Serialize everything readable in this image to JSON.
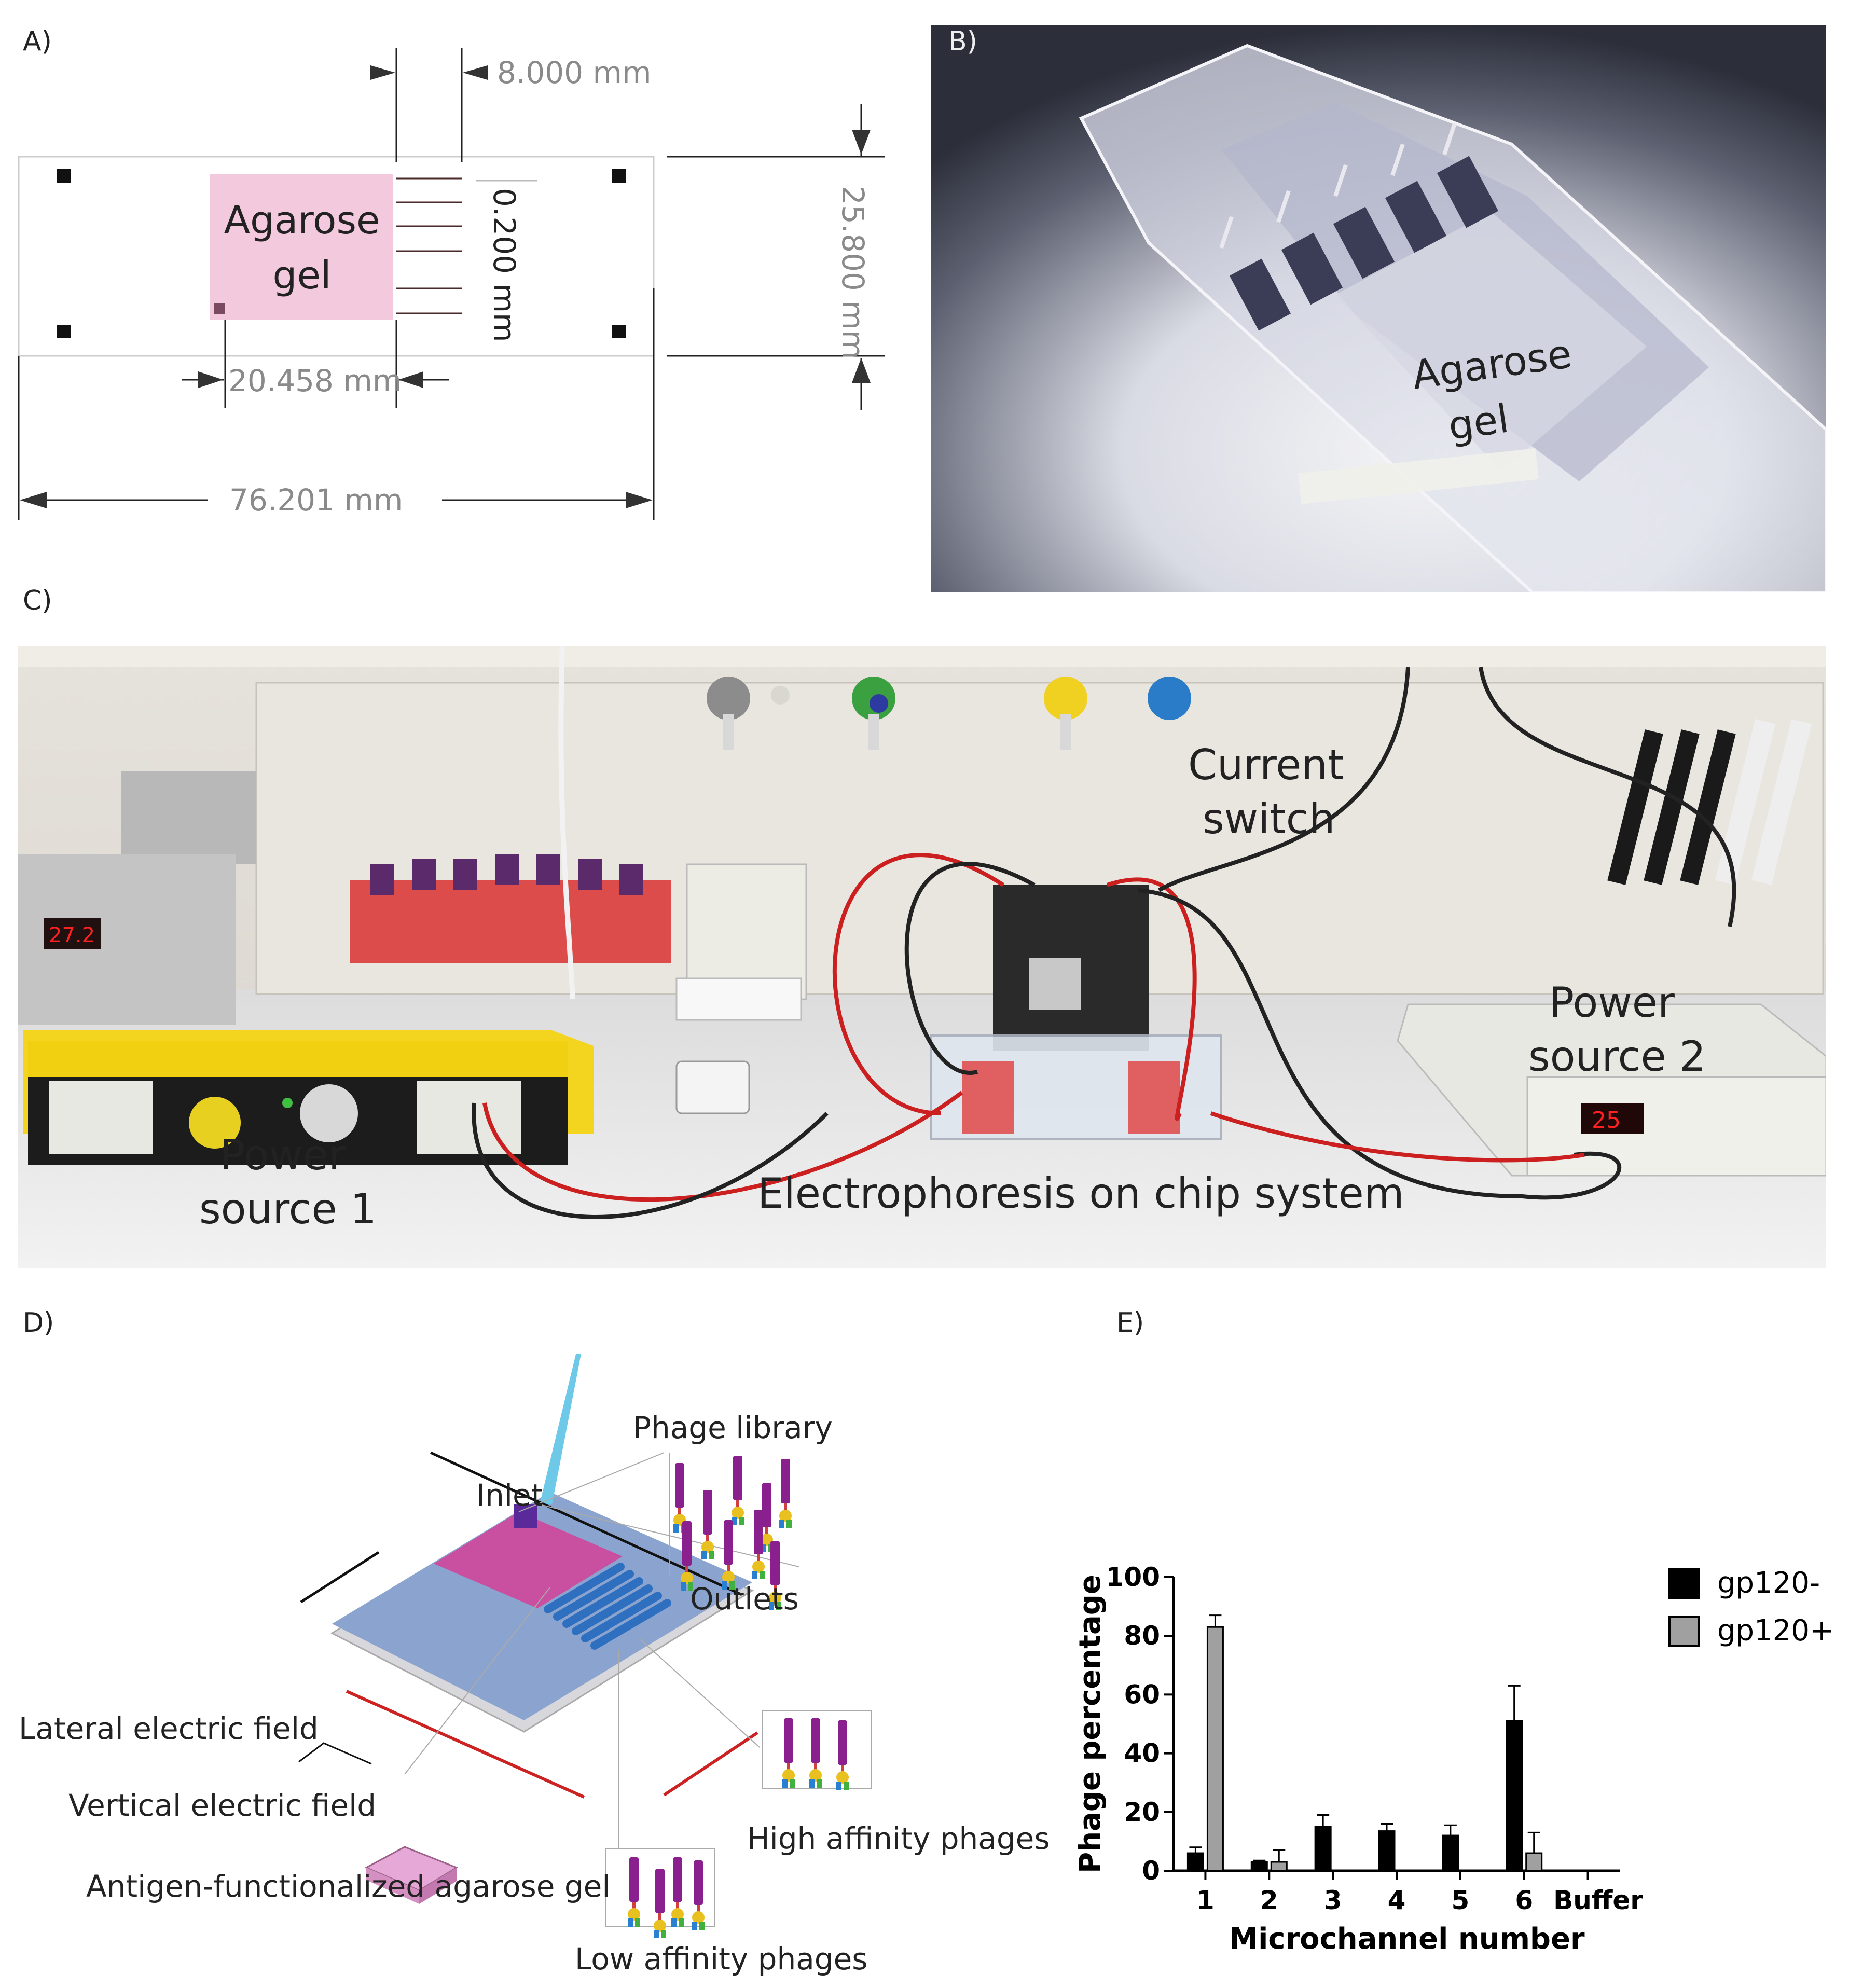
{
  "panels": {
    "a": {
      "label": "A)"
    },
    "b": {
      "label": "B)"
    },
    "c": {
      "label": "C)"
    },
    "d": {
      "label": "D)"
    },
    "e": {
      "label": "E)"
    }
  },
  "panel_a": {
    "gel_label_1": "Agarose",
    "gel_label_2": "gel",
    "dim_channel_width": "8.000 mm",
    "dim_channel_gap": "0.200 mm",
    "dim_chip_height": "25.800 mm",
    "dim_gel_length": "20.458 mm",
    "dim_chip_length": "76.201 mm",
    "colors": {
      "gel": "#f3c9dd",
      "dim_text": "#8a8a8a",
      "line": "#333333"
    }
  },
  "panel_b": {
    "label_1": "Agarose",
    "label_2": "gel"
  },
  "panel_c": {
    "current_switch_1": "Current",
    "current_switch_2": "switch",
    "power1_1": "Power",
    "power1_2": "source 1",
    "power2_1": "Power",
    "power2_2": "source 2",
    "system": "Electrophoresis on chip system",
    "meter_display_1": "27.2",
    "meter_display_2": "25"
  },
  "panel_d": {
    "phage_library": "Phage library",
    "inlet": "Inlet",
    "outlets": "Outlets",
    "lateral_field": "Lateral electric field",
    "vertical_field": "Vertical electric field",
    "high_affinity": "High affinity phages",
    "antigen_gel": "Antigen-functionalized agarose gel",
    "low_affinity": "Low affinity phages",
    "colors": {
      "chip": "#8aa4cf",
      "gel": "#c94fa0",
      "channels": "#2f6fc0",
      "field": "#cc2222",
      "phage_body": "#8a1f8e"
    }
  },
  "chart_data": {
    "type": "bar",
    "categories": [
      "1",
      "2",
      "3",
      "4",
      "5",
      "6",
      "Buffer"
    ],
    "series": [
      {
        "name": "gp120-",
        "values": [
          6,
          3,
          15,
          13.5,
          12,
          51,
          0
        ],
        "errors": [
          2,
          0.5,
          4,
          2.5,
          3.5,
          12,
          0
        ],
        "color": "#000000"
      },
      {
        "name": "gp120+",
        "values": [
          83,
          3,
          0,
          0,
          0,
          6,
          0
        ],
        "errors": [
          4,
          4,
          0,
          0,
          0,
          7,
          0
        ],
        "color": "#a0a0a0"
      }
    ],
    "xlabel": "Microchannel number",
    "ylabel": "Phage percentage",
    "ylim": [
      0,
      100
    ],
    "yticks": [
      "0",
      "20",
      "40",
      "60",
      "80",
      "100"
    ],
    "legend_position": "top-right",
    "grid": false
  }
}
